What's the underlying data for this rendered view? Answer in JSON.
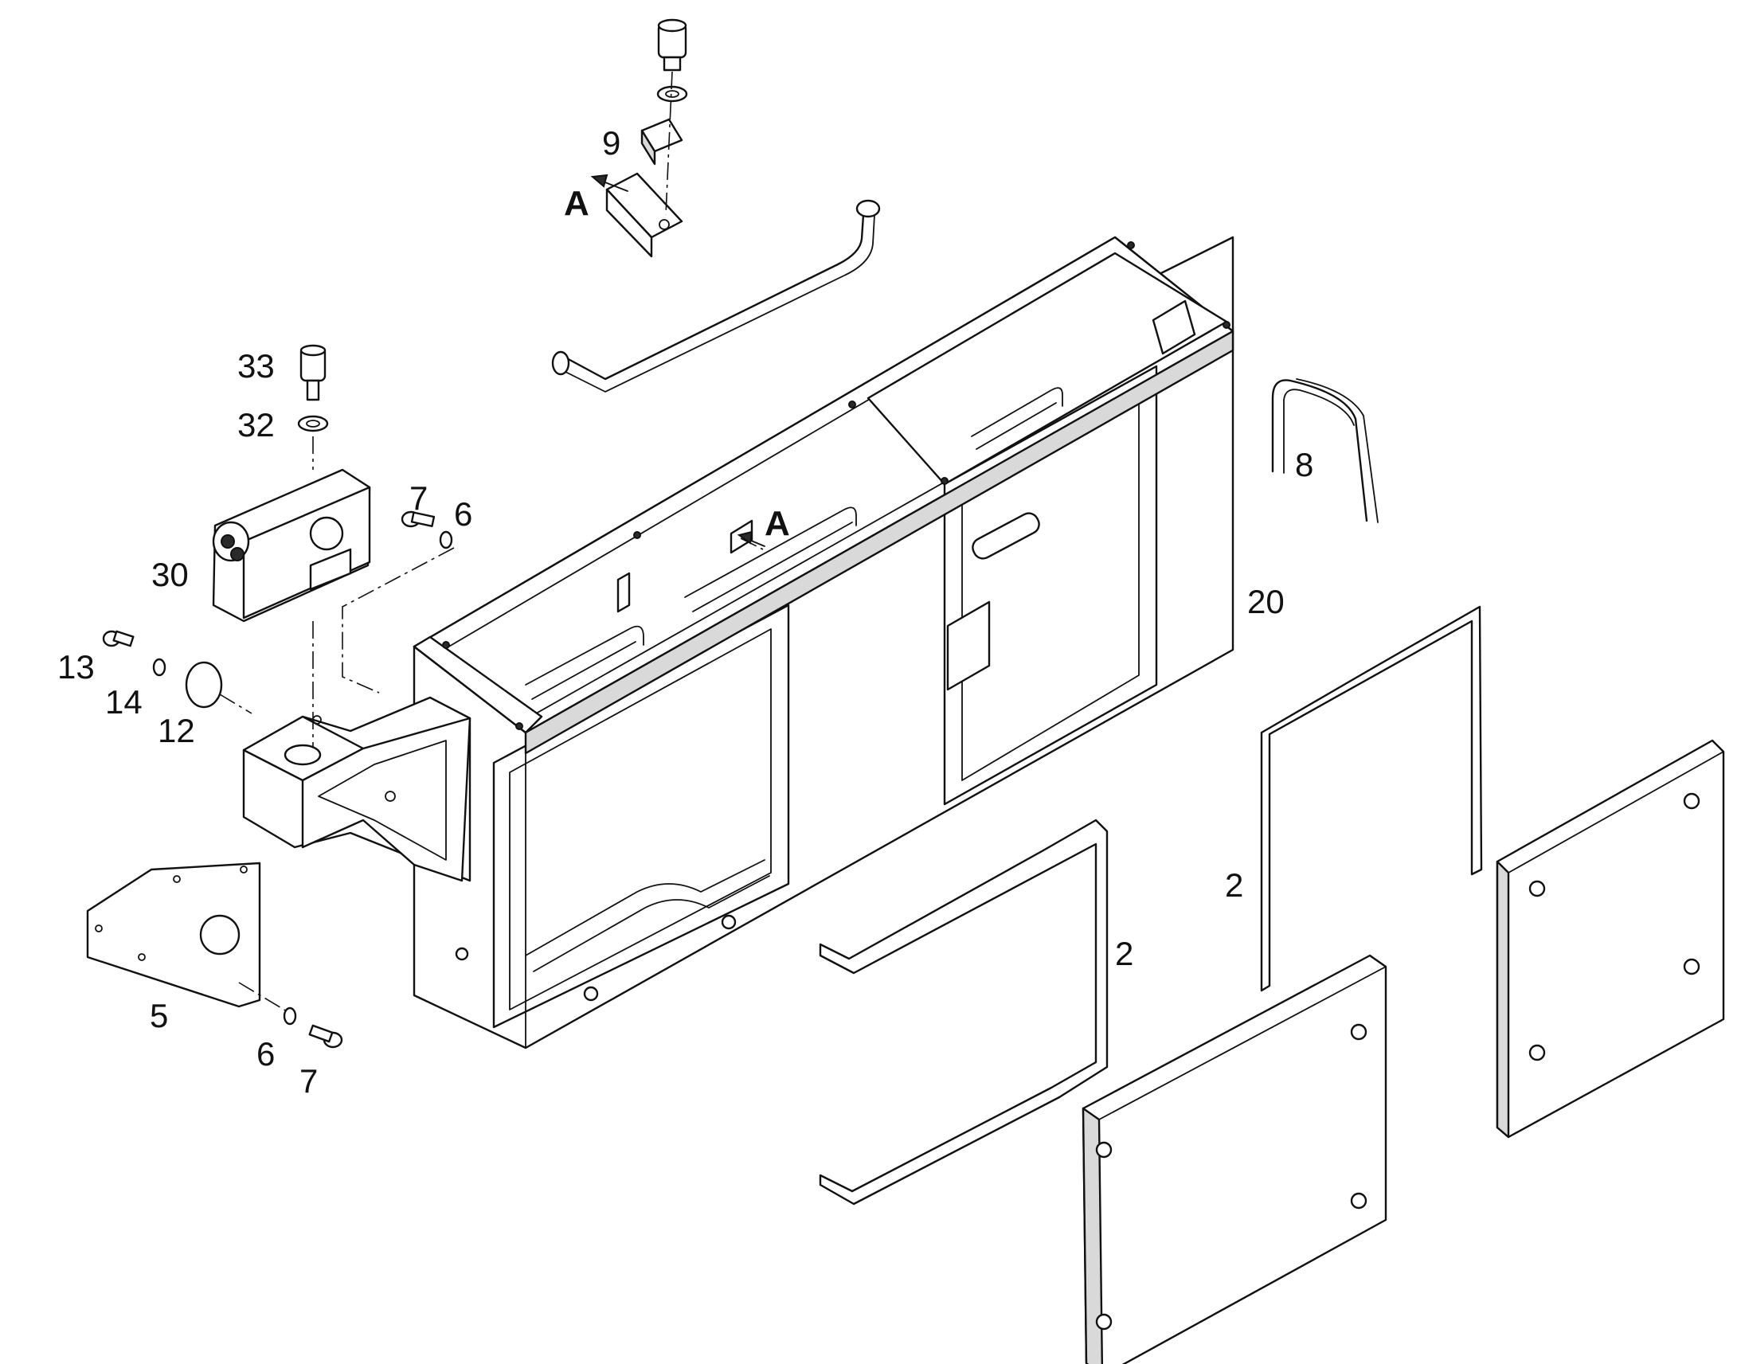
{
  "callouts": {
    "c33": "33",
    "c32": "32",
    "c30": "30",
    "c7_top": "7",
    "c6_top": "6",
    "c13": "13",
    "c14": "14",
    "c12": "12",
    "c5": "5",
    "c6_bottom": "6",
    "c7_bottom": "7",
    "c9": "9",
    "cA_top": "A",
    "cA_frame": "A",
    "c8": "8",
    "c20": "20",
    "c2_left": "2",
    "c2_right": "2"
  },
  "colors": {
    "line": "#111111",
    "background": "#ffffff",
    "shade": "#d9d9d9"
  }
}
